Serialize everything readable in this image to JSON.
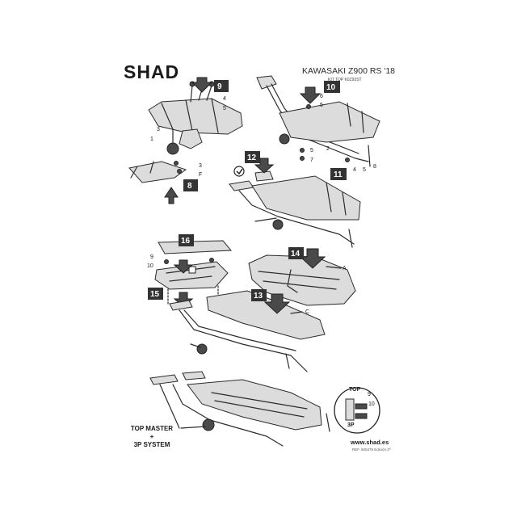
{
  "header": {
    "brand": "SHAD",
    "model": "KAWASAKI Z900 RS '18",
    "kit_code": "KIT TOP K0Z93ST"
  },
  "steps": [
    "8",
    "9",
    "10",
    "11",
    "12",
    "13",
    "14",
    "15",
    "16"
  ],
  "part_numbers": [
    "1",
    "2",
    "3",
    "4",
    "5",
    "6",
    "7",
    "8",
    "9",
    "10"
  ],
  "part_letters": [
    "A",
    "C",
    "F"
  ],
  "footer": {
    "system_line1": "TOP MASTER",
    "system_line2": "+",
    "system_line3": "3P SYSTEM",
    "website": "www.shad.es",
    "reference": "REF. 500479 Edición 2ª"
  },
  "inset": {
    "top_label": "TOP",
    "side_label": "3P",
    "num_9": "9",
    "num_10": "10"
  },
  "colors": {
    "ink": "#1a1a1a",
    "step_badge": "#333333",
    "part_fill": "#d9d9d9"
  }
}
